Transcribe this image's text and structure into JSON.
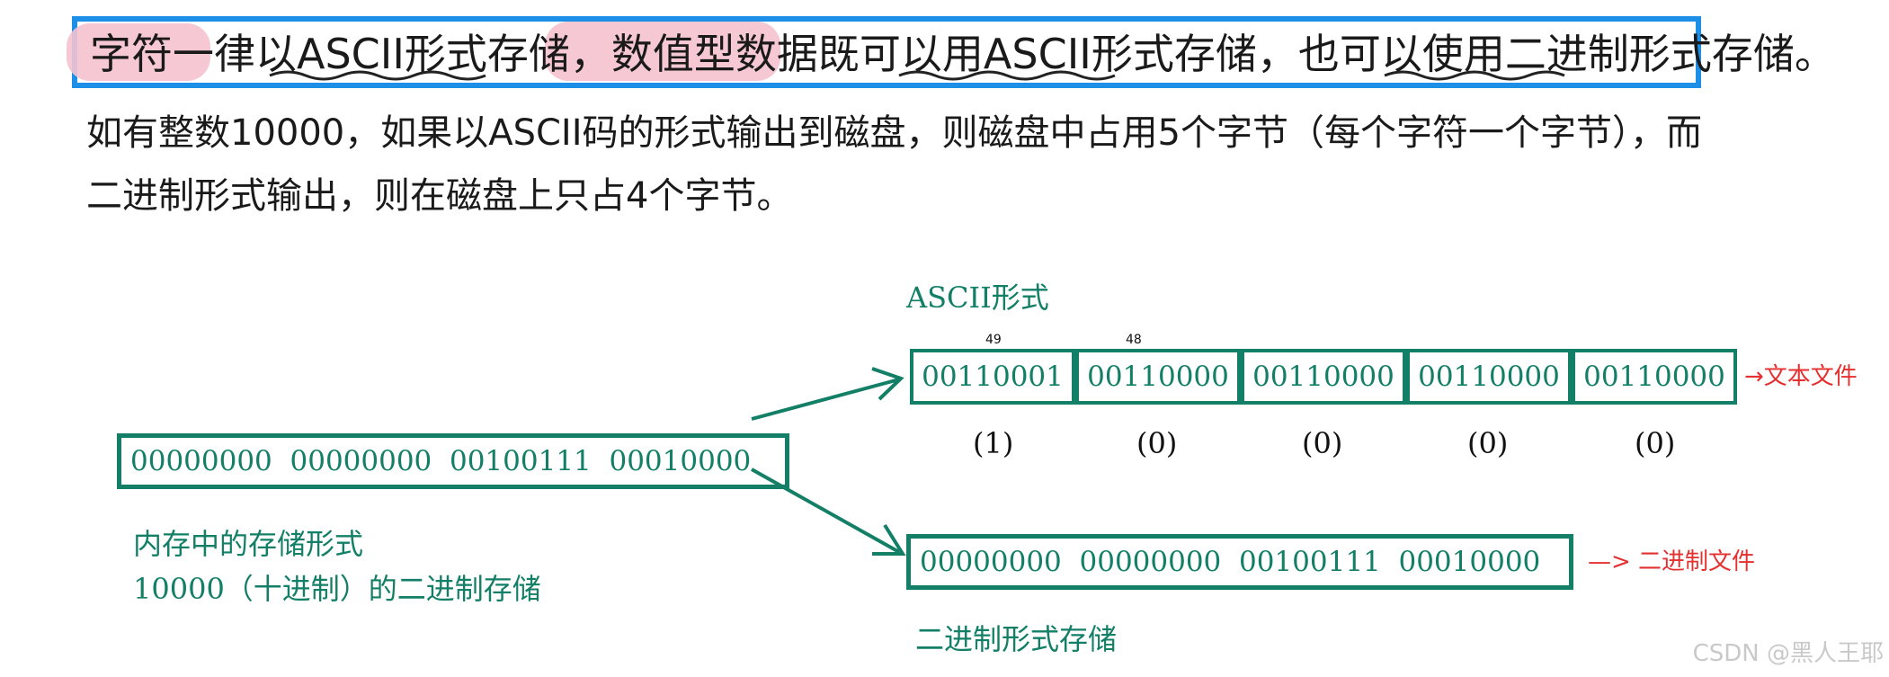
{
  "top_sentence": "字符一律以ASCII形式存储，数值型数据既可以用ASCII形式存储，也可以使用二进制形式存储。",
  "paragraph": {
    "line1": "如有整数10000，如果以ASCII码的形式输出到磁盘，则磁盘中占用5个字节（每个字符一个字节），而",
    "line2": "二进制形式输出，则在磁盘上只占4个字节。"
  },
  "diagram": {
    "memory_value": "00000000  00000000  00100111  00010000",
    "memory_label_line1": "内存中的存储形式",
    "memory_label_line2": "10000（十进制）的二进制存储",
    "ascii_title": "ASCII形式",
    "ascii_bytes": [
      "00110001",
      "00110000",
      "00110000",
      "00110000",
      "00110000"
    ],
    "ascii_chars": [
      "(1)",
      "(0)",
      "(0)",
      "(0)",
      "(0)"
    ],
    "ascii_codes": [
      "49",
      "48"
    ],
    "ascii_note": "→文本文件",
    "binary_value": "00000000  00000000  00100111  00010000",
    "binary_label": "二进制形式存储",
    "binary_note": "—> 二进制文件"
  },
  "watermark": "CSDN @黑人王耶",
  "colors": {
    "accent_blue": "#1e8fe6",
    "highlight_pink": "#f4c2cf",
    "diagram_green": "#137f66",
    "note_red": "#e53030"
  }
}
